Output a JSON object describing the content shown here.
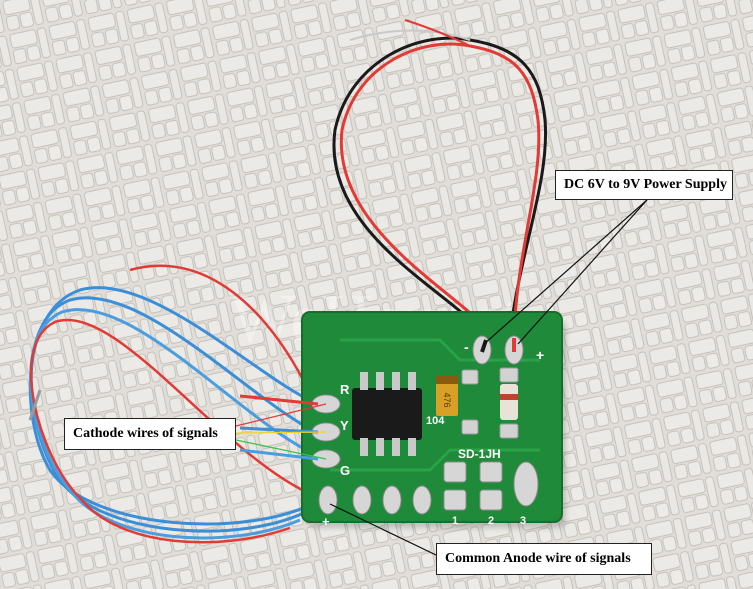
{
  "photo": {
    "subject": "green LED signal driver circuit board with wires on a textured white surface",
    "watermark": "WeHonest",
    "colors": {
      "board": "#1e8a3a",
      "surface": "#e9e6e1",
      "wire_red": "#e23a35",
      "wire_blue": "#3a8fd8",
      "wire_black": "#1a1a1a",
      "solder": "#c9c9c9"
    }
  },
  "board": {
    "silkscreen": {
      "minus": "-",
      "plus": "+",
      "r": "R",
      "y": "Y",
      "g": "G",
      "anode_plus": "+",
      "chip_code": "104",
      "model": "SD-1JH",
      "pad_1": "1",
      "pad_2": "2",
      "pad_3": "3",
      "capacitor": "476"
    }
  },
  "callouts": {
    "power": "DC 6V to 9V Power Supply",
    "cathode": "Cathode wires of signals",
    "anode": "Common Anode wire of signals"
  }
}
